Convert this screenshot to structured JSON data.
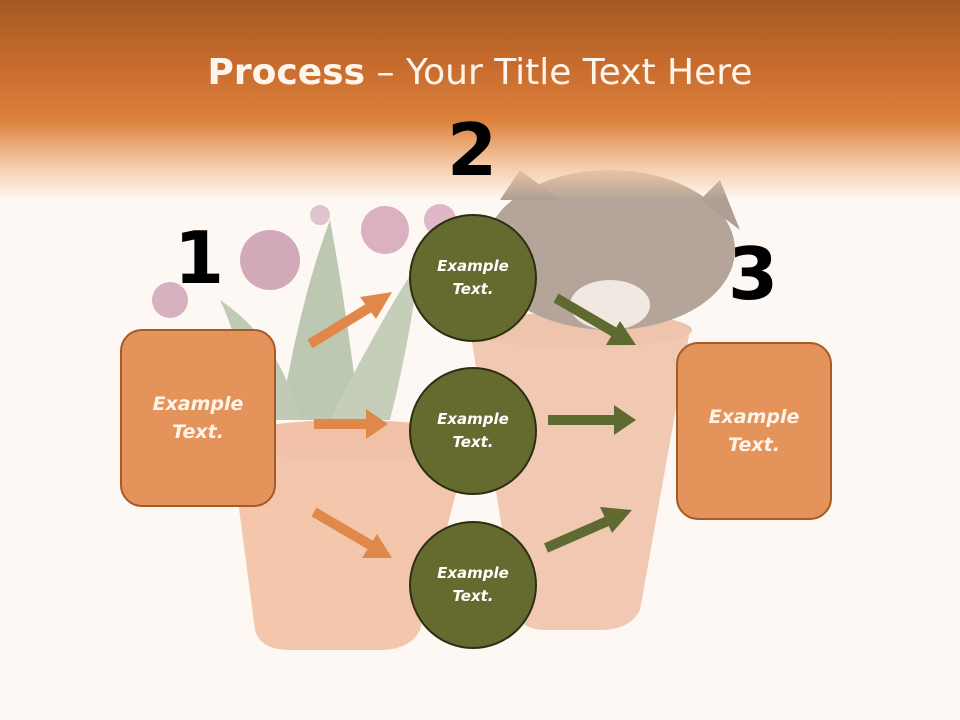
{
  "title": {
    "bold": "Process",
    "rest": " – Your Title Text Here"
  },
  "steps": {
    "one": "1",
    "two": "2",
    "three": "3"
  },
  "left_box": {
    "line1": "Example",
    "line2": "Text."
  },
  "right_box": {
    "line1": "Example",
    "line2": "Text."
  },
  "circles": [
    {
      "line1": "Example",
      "line2": "Text."
    },
    {
      "line1": "Example",
      "line2": "Text."
    },
    {
      "line1": "Example",
      "line2": "Text."
    }
  ],
  "colors": {
    "header": "#dc803c",
    "box_fill": "#e4935a",
    "circle_fill": "#656a2e",
    "orange_arrow": "#e0874a",
    "olive_arrow": "#5f6a30"
  }
}
